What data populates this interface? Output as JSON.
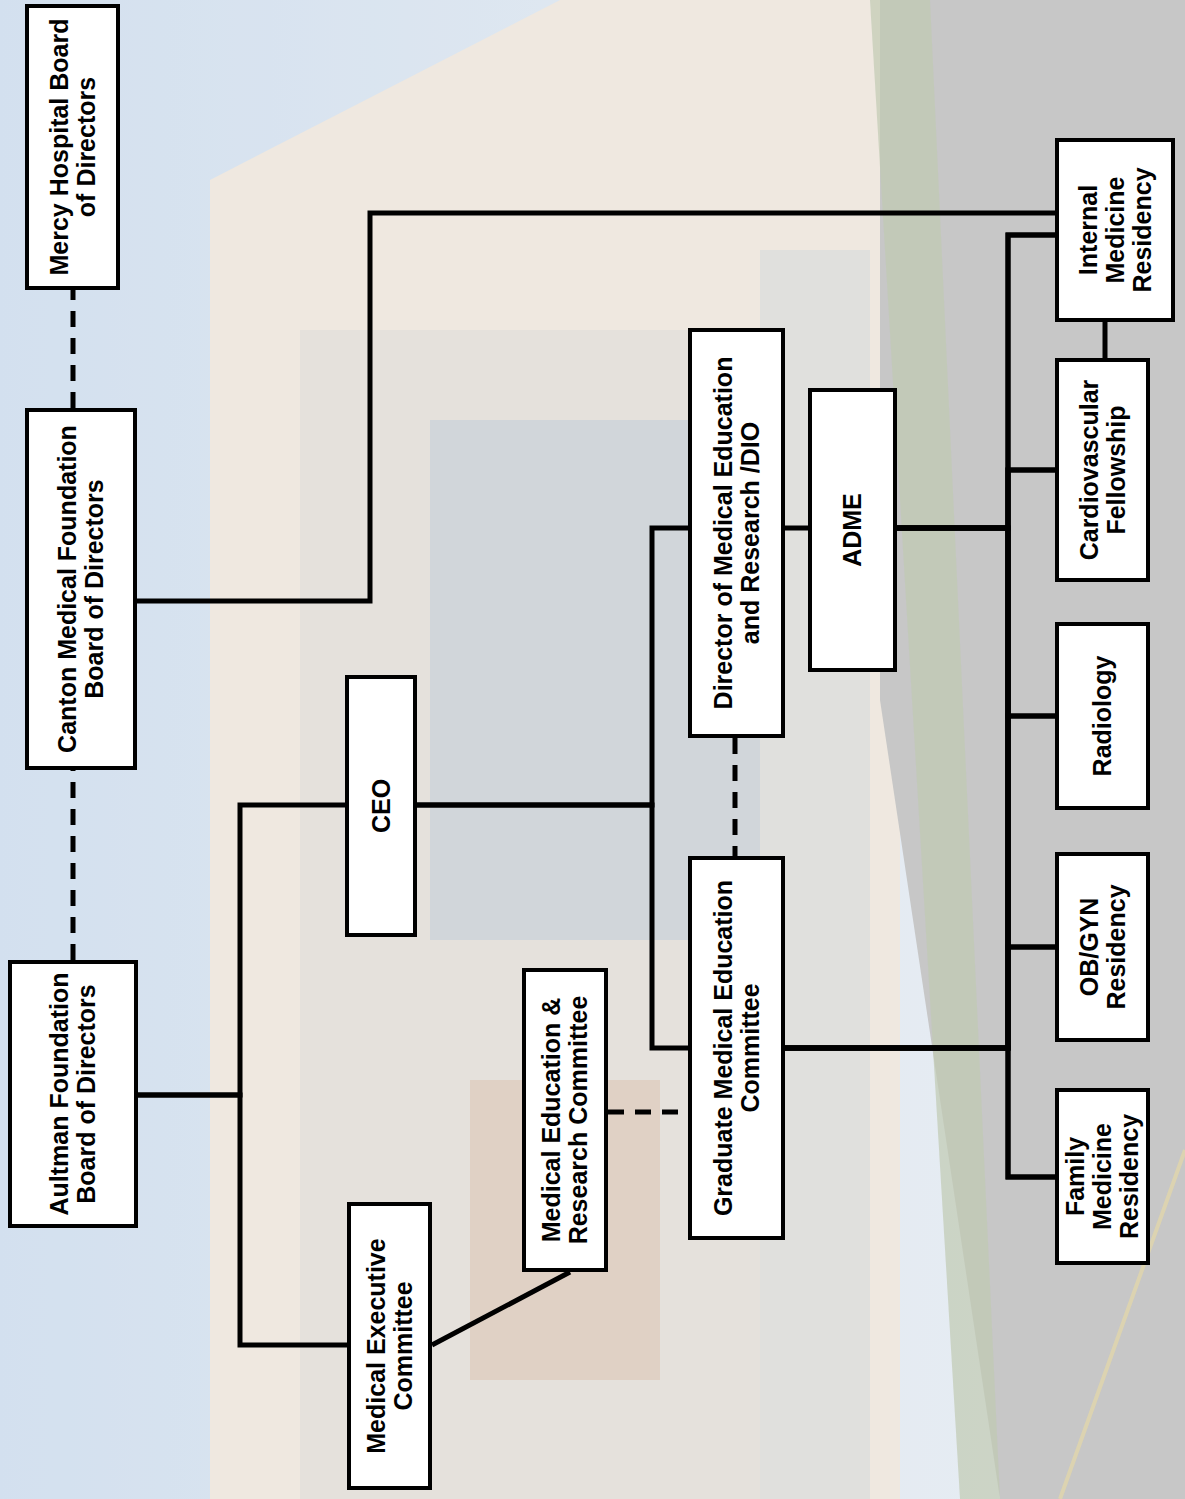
{
  "diagram": {
    "nodes": [
      {
        "text": [
          "Aultman Foundation Board of Directors"
        ]
      },
      {
        "text": [
          "Canton Medical Foundation Board of Directors"
        ]
      },
      {
        "text": [
          "Mercy Hospital Board of Directors"
        ]
      },
      {
        "text": [
          "CEO"
        ]
      },
      {
        "text": [
          "Medical Executive Committee"
        ]
      },
      {
        "text": [
          "Medical Education & Research Committee"
        ]
      },
      {
        "text": [
          "Graduate Medical Education Committee"
        ]
      },
      {
        "text": [
          "Director of Medical Education and Research /DIO"
        ]
      },
      {
        "text": [
          "ADME"
        ]
      },
      {
        "text": [
          "Family Medicine Residency"
        ]
      },
      {
        "text": [
          "OB/GYN Residency"
        ]
      },
      {
        "text": [
          "Radiology"
        ]
      },
      {
        "text": [
          "Cardiovascular Fellowship"
        ]
      },
      {
        "text": [
          "Internal Medicine Residency"
        ]
      }
    ],
    "edges": [
      {
        "from": 0,
        "to": 1,
        "arrow": "none"
      },
      {
        "from": 1,
        "to": 2,
        "arrow": "none"
      },
      {
        "from": 0,
        "to": 3,
        "arrow": "none"
      },
      {
        "from": 0,
        "to": 4,
        "arrow": "none"
      },
      {
        "from": 4,
        "to": 5,
        "arrow": "none"
      },
      {
        "from": 5,
        "to": 6,
        "arrow": "none"
      },
      {
        "from": 3,
        "to": 7,
        "arrow": "none"
      },
      {
        "from": 3,
        "to": 6,
        "arrow": "none"
      },
      {
        "from": 7,
        "to": 6,
        "arrow": "none"
      },
      {
        "from": 7,
        "to": 8,
        "arrow": "none"
      },
      {
        "from": 8,
        "to": 9,
        "arrow": "none"
      },
      {
        "from": 8,
        "to": 10,
        "arrow": "none"
      },
      {
        "from": 8,
        "to": 11,
        "arrow": "none"
      },
      {
        "from": 8,
        "to": 12,
        "arrow": "none"
      },
      {
        "from": 8,
        "to": 13,
        "arrow": "none"
      },
      {
        "from": 6,
        "to": 9,
        "arrow": "none"
      },
      {
        "from": 6,
        "to": 10,
        "arrow": "none"
      },
      {
        "from": 6,
        "to": 11,
        "arrow": "none"
      },
      {
        "from": 6,
        "to": 12,
        "arrow": "none"
      },
      {
        "from": 6,
        "to": 13,
        "arrow": "none"
      },
      {
        "from": 1,
        "to": 13,
        "arrow": "none"
      },
      {
        "from": 12,
        "to": 13,
        "arrow": "none"
      }
    ]
  }
}
